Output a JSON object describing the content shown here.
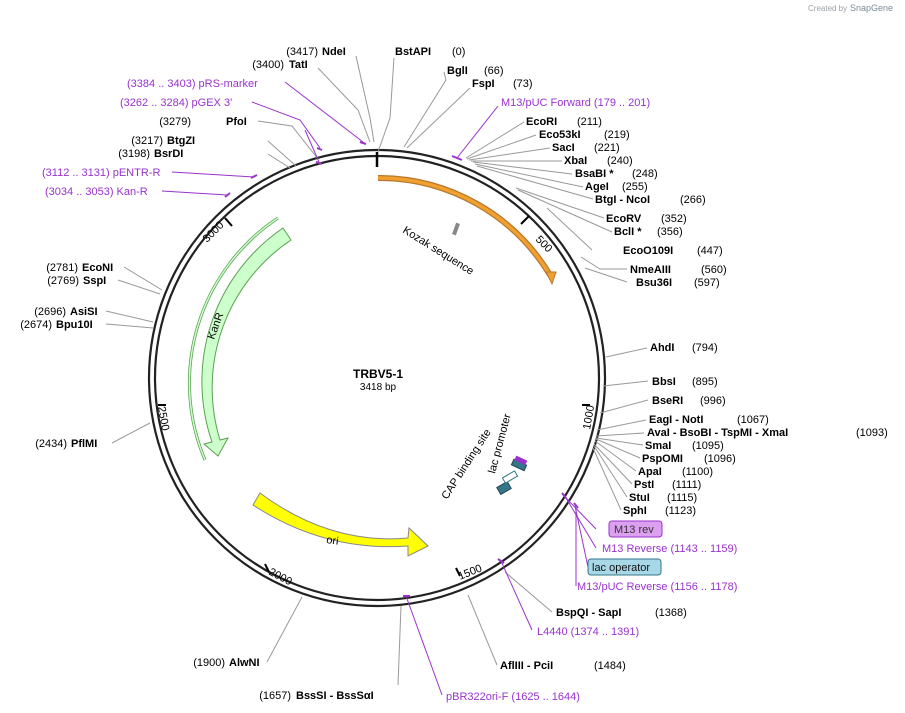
{
  "credit": {
    "created_by": "Created by",
    "brand": "SnapGene"
  },
  "plasmid": {
    "name": "TRBV5-1",
    "length": "3418 bp"
  },
  "ticks": [
    "500",
    "1000",
    "1500",
    "2000",
    "2500",
    "3000"
  ],
  "features": {
    "kozak": "Kozak sequence",
    "kanr": "KanR",
    "ori": "ori",
    "cap": "CAP binding site",
    "lac_promoter": "lac promoter",
    "lac_small_1": "lac op",
    "lac_small_2": "M13 rev"
  },
  "sites_right": [
    {
      "name": "BstAPI",
      "pos": "(0)"
    },
    {
      "name": "BglI",
      "pos": "(66)"
    },
    {
      "name": "FspI",
      "pos": "(73)"
    },
    {
      "name": "EcoRI",
      "pos": "(211)"
    },
    {
      "name": "Eco53kI",
      "pos": "(219)"
    },
    {
      "name": "SacI",
      "pos": "(221)"
    },
    {
      "name": "XbaI",
      "pos": "(240)"
    },
    {
      "name": "BsaBI *",
      "pos": "(248)"
    },
    {
      "name": "AgeI",
      "pos": "(255)"
    },
    {
      "name": "BtgI - NcoI",
      "pos": "(266)"
    },
    {
      "name": "EcoRV",
      "pos": "(352)"
    },
    {
      "name": "BclI *",
      "pos": "(356)"
    },
    {
      "name": "EcoO109I",
      "pos": "(447)"
    },
    {
      "name": "NmeAIII",
      "pos": "(560)"
    },
    {
      "name": "Bsu36I",
      "pos": "(597)"
    },
    {
      "name": "AhdI",
      "pos": "(794)"
    },
    {
      "name": "BbsI",
      "pos": "(895)"
    },
    {
      "name": "BseRI",
      "pos": "(996)"
    },
    {
      "name": "EagI - NotI",
      "pos": "(1067)"
    },
    {
      "name": "AvaI - BsoBI - TspMI - XmaI",
      "pos": "(1093)"
    },
    {
      "name": "SmaI",
      "pos": "(1095)"
    },
    {
      "name": "PspOMI",
      "pos": "(1096)"
    },
    {
      "name": "ApaI",
      "pos": "(1100)"
    },
    {
      "name": "PstI",
      "pos": "(1111)"
    },
    {
      "name": "StuI",
      "pos": "(1115)"
    },
    {
      "name": "SphI",
      "pos": "(1123)"
    },
    {
      "name": "BspQI - SapI",
      "pos": "(1368)"
    },
    {
      "name": "AflIII - PciI",
      "pos": "(1484)"
    }
  ],
  "sites_left": [
    {
      "name": "NdeI",
      "pos": "(3417)"
    },
    {
      "name": "TatI",
      "pos": "(3400)"
    },
    {
      "name": "PfoI",
      "pos": "(3279)"
    },
    {
      "name": "BtgZI",
      "pos": "(3217)"
    },
    {
      "name": "BsrDI",
      "pos": "(3198)"
    },
    {
      "name": "EcoNI",
      "pos": "(2781)"
    },
    {
      "name": "SspI",
      "pos": "(2769)"
    },
    {
      "name": "AsiSI",
      "pos": "(2696)"
    },
    {
      "name": "Bpu10I",
      "pos": "(2674)"
    },
    {
      "name": "PflMI",
      "pos": "(2434)"
    },
    {
      "name": "AlwNI",
      "pos": "(1900)"
    },
    {
      "name": "BssSI - BssSαI",
      "pos": "(1657)"
    }
  ],
  "primers": [
    {
      "label": "(3384 .. 3403)  pRS-marker"
    },
    {
      "label": "(3262 .. 3284)  pGEX 3'"
    },
    {
      "label": "(3112 .. 3131)  pENTR-R"
    },
    {
      "label": "(3034 .. 3053)  Kan-R"
    },
    {
      "label": "M13/pUC Forward   (179 .. 201)"
    },
    {
      "label": "M13 Reverse   (1143 .. 1159)"
    },
    {
      "label": "M13/pUC Reverse   (1156 .. 1178)"
    },
    {
      "label": "L4440   (1374 .. 1391)"
    },
    {
      "label": "pBR322ori-F   (1625 .. 1644)"
    }
  ],
  "boxes": {
    "m13rev": "M13 rev",
    "lacop": "lac operator"
  },
  "colors": {
    "kozak": "#f0a030",
    "kanr": "#ccffcc",
    "ori": "#ffff00",
    "lac": "#337788",
    "primer": "#9933cc",
    "m13rev_box": "#dda0f0",
    "lacop_box": "#a8d8e8"
  }
}
